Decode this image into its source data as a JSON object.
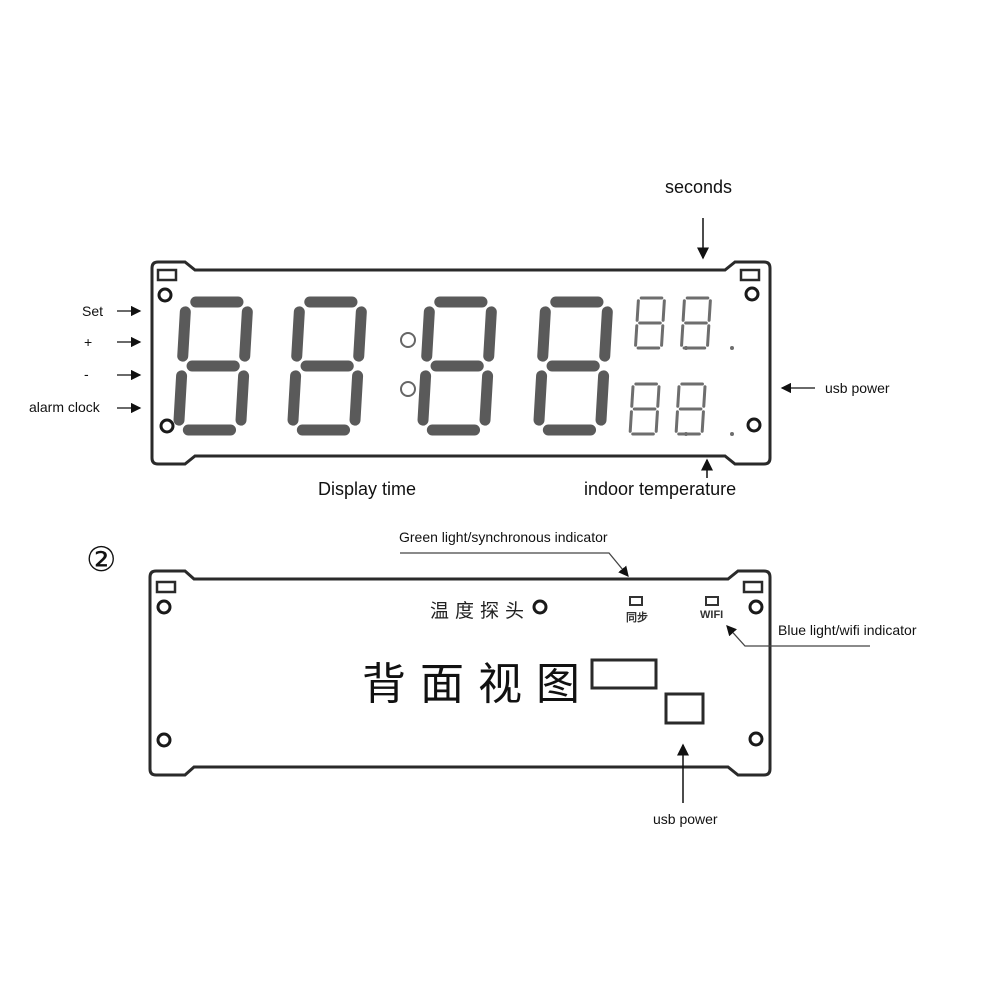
{
  "front_view": {
    "top_label": "seconds",
    "left_labels": [
      "Set",
      "+",
      "-",
      "alarm clock"
    ],
    "right_label": "usb power",
    "bottom_labels": {
      "display_time": "Display time",
      "indoor_temperature": "indoor temperature"
    },
    "display": {
      "main_digits": 4,
      "small_digits_rows": 2,
      "small_digits_per_row": 2,
      "segment_color": "#5a5a5a",
      "small_segment_color": "#6e6e6e"
    }
  },
  "back_view": {
    "figure_number": "②",
    "probe_label": "温度探头",
    "title": "背面视图",
    "sync_indicator_label": "同步",
    "wifi_indicator_label": "WIFI",
    "callouts": {
      "green_light": "Green light/synchronous indicator",
      "blue_light": "Blue light/wifi indicator",
      "usb_power": "usb power"
    }
  },
  "colors": {
    "outline": "#2a2a2a",
    "text": "#111111"
  }
}
